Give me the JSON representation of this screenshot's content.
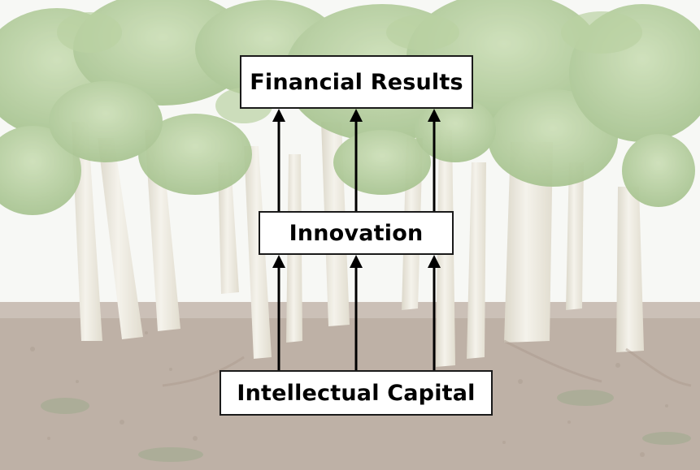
{
  "diagram": {
    "nodes": {
      "top": "Financial Results",
      "middle": "Innovation",
      "bottom": "Intellectual Capital"
    },
    "edges": [
      {
        "from": "bottom",
        "to": "middle",
        "count": 3
      },
      {
        "from": "middle",
        "to": "top",
        "count": 3
      }
    ]
  },
  "background": {
    "subject": "bonsai-forest-photo",
    "colors": {
      "foliage": "#8fb56f",
      "trunk": "#e7e3d6",
      "soil": "#9c8878",
      "wall": "#f4f5f2"
    }
  }
}
